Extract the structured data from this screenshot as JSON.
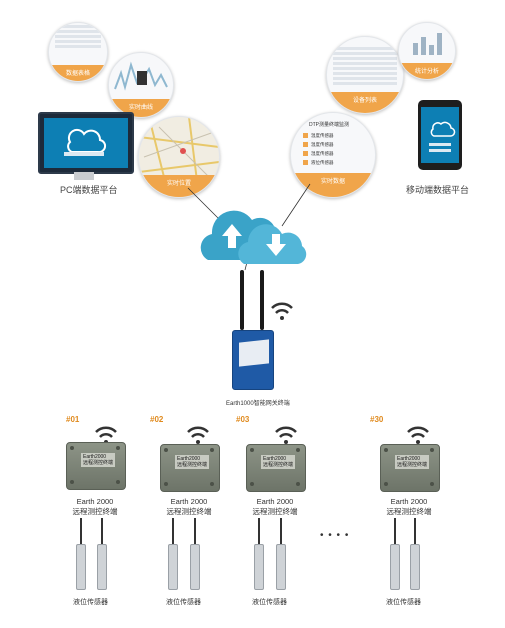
{
  "platform": {
    "pc_label": "PC端数据平台",
    "mobile_label": "移动端数据平台"
  },
  "features": {
    "data_table": "数据表格",
    "realtime_curve": "实时曲线",
    "realtime_location": "实时位置",
    "realtime_data": "实时数据",
    "device_list": "设备列表",
    "statistics": "统计分析"
  },
  "popup": {
    "title": "DTP测量终端监测",
    "rows": [
      "温度传感器",
      "温度传感器",
      "湿度传感器",
      "液位传感器"
    ]
  },
  "gateway": {
    "label": "Earth1000智能网关终端"
  },
  "terminals": [
    {
      "tag": "#01",
      "name": "Earth 2000",
      "desc": "远程测控终端",
      "sensor": "液位传感器"
    },
    {
      "tag": "#02",
      "name": "Earth 2000",
      "desc": "远程测控终端",
      "sensor": "液位传感器"
    },
    {
      "tag": "#03",
      "name": "Earth 2000",
      "desc": "远程测控终端",
      "sensor": "液位传感器"
    },
    {
      "tag": "#30",
      "name": "Earth 2000",
      "desc": "远程测控终端",
      "sensor": "液位传感器"
    }
  ],
  "box_label": "Earth2000\n远程测控终端",
  "ellipsis": "• • • •",
  "colors": {
    "accent": "#f0a54a",
    "cloud": "#3aa3c8",
    "tag": "#e08a1e"
  }
}
